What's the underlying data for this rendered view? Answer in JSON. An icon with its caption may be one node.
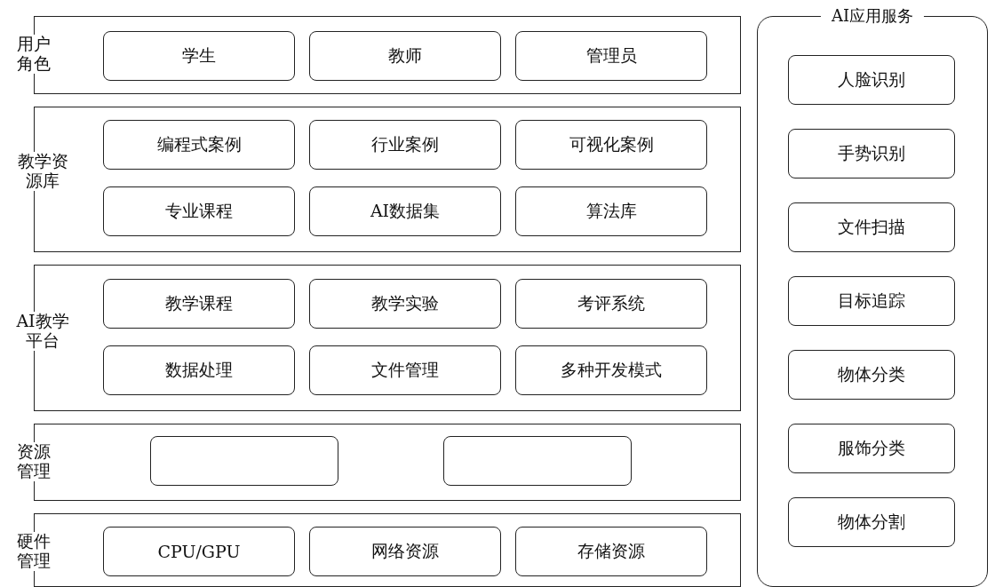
{
  "diagram": {
    "nodes": [
      {
        "text": [
          "用户角色"
        ]
      },
      {
        "text": [
          "学生"
        ],
        "in": 0
      },
      {
        "text": [
          "教师"
        ],
        "in": 0
      },
      {
        "text": [
          "管理员"
        ],
        "in": 0
      },
      {
        "text": [
          "教学资源库"
        ]
      },
      {
        "text": [
          "编程式案例"
        ],
        "in": 4
      },
      {
        "text": [
          "行业案例"
        ],
        "in": 4
      },
      {
        "text": [
          "可视化案例"
        ],
        "in": 4
      },
      {
        "text": [
          "专业课程"
        ],
        "in": 4
      },
      {
        "text": [
          "AI数据集"
        ],
        "in": 4
      },
      {
        "text": [
          "算法库"
        ],
        "in": 4
      },
      {
        "text": [
          "AI教学平台"
        ]
      },
      {
        "text": [
          "教学课程"
        ],
        "in": 11
      },
      {
        "text": [
          "教学实验"
        ],
        "in": 11
      },
      {
        "text": [
          "考评系统"
        ],
        "in": 11
      },
      {
        "text": [
          "数据处理"
        ],
        "in": 11
      },
      {
        "text": [
          "文件管理"
        ],
        "in": 11
      },
      {
        "text": [
          "多种开发模式"
        ],
        "in": 11
      },
      {
        "text": [
          "资源管理"
        ]
      },
      {
        "text": [],
        "shape": "box",
        "in": 18
      },
      {
        "text": [],
        "shape": "box",
        "in": 18
      },
      {
        "text": [
          "硬件管理"
        ]
      },
      {
        "text": [
          "CPU/GPU"
        ],
        "in": 21
      },
      {
        "text": [
          "网络资源"
        ],
        "in": 21
      },
      {
        "text": [
          "存储资源"
        ],
        "in": 21
      },
      {
        "text": [
          "AI应用服务"
        ]
      },
      {
        "text": [
          "人脸识别"
        ],
        "in": 25
      },
      {
        "text": [
          "手势识别"
        ],
        "in": 25
      },
      {
        "text": [
          "文件扫描"
        ],
        "in": 25
      },
      {
        "text": [
          "目标追踪"
        ],
        "in": 25
      },
      {
        "text": [
          "物体分类"
        ],
        "in": 25
      },
      {
        "text": [
          "服饰分类"
        ],
        "in": 25
      },
      {
        "text": [
          "物体分割"
        ],
        "in": 25
      }
    ]
  }
}
